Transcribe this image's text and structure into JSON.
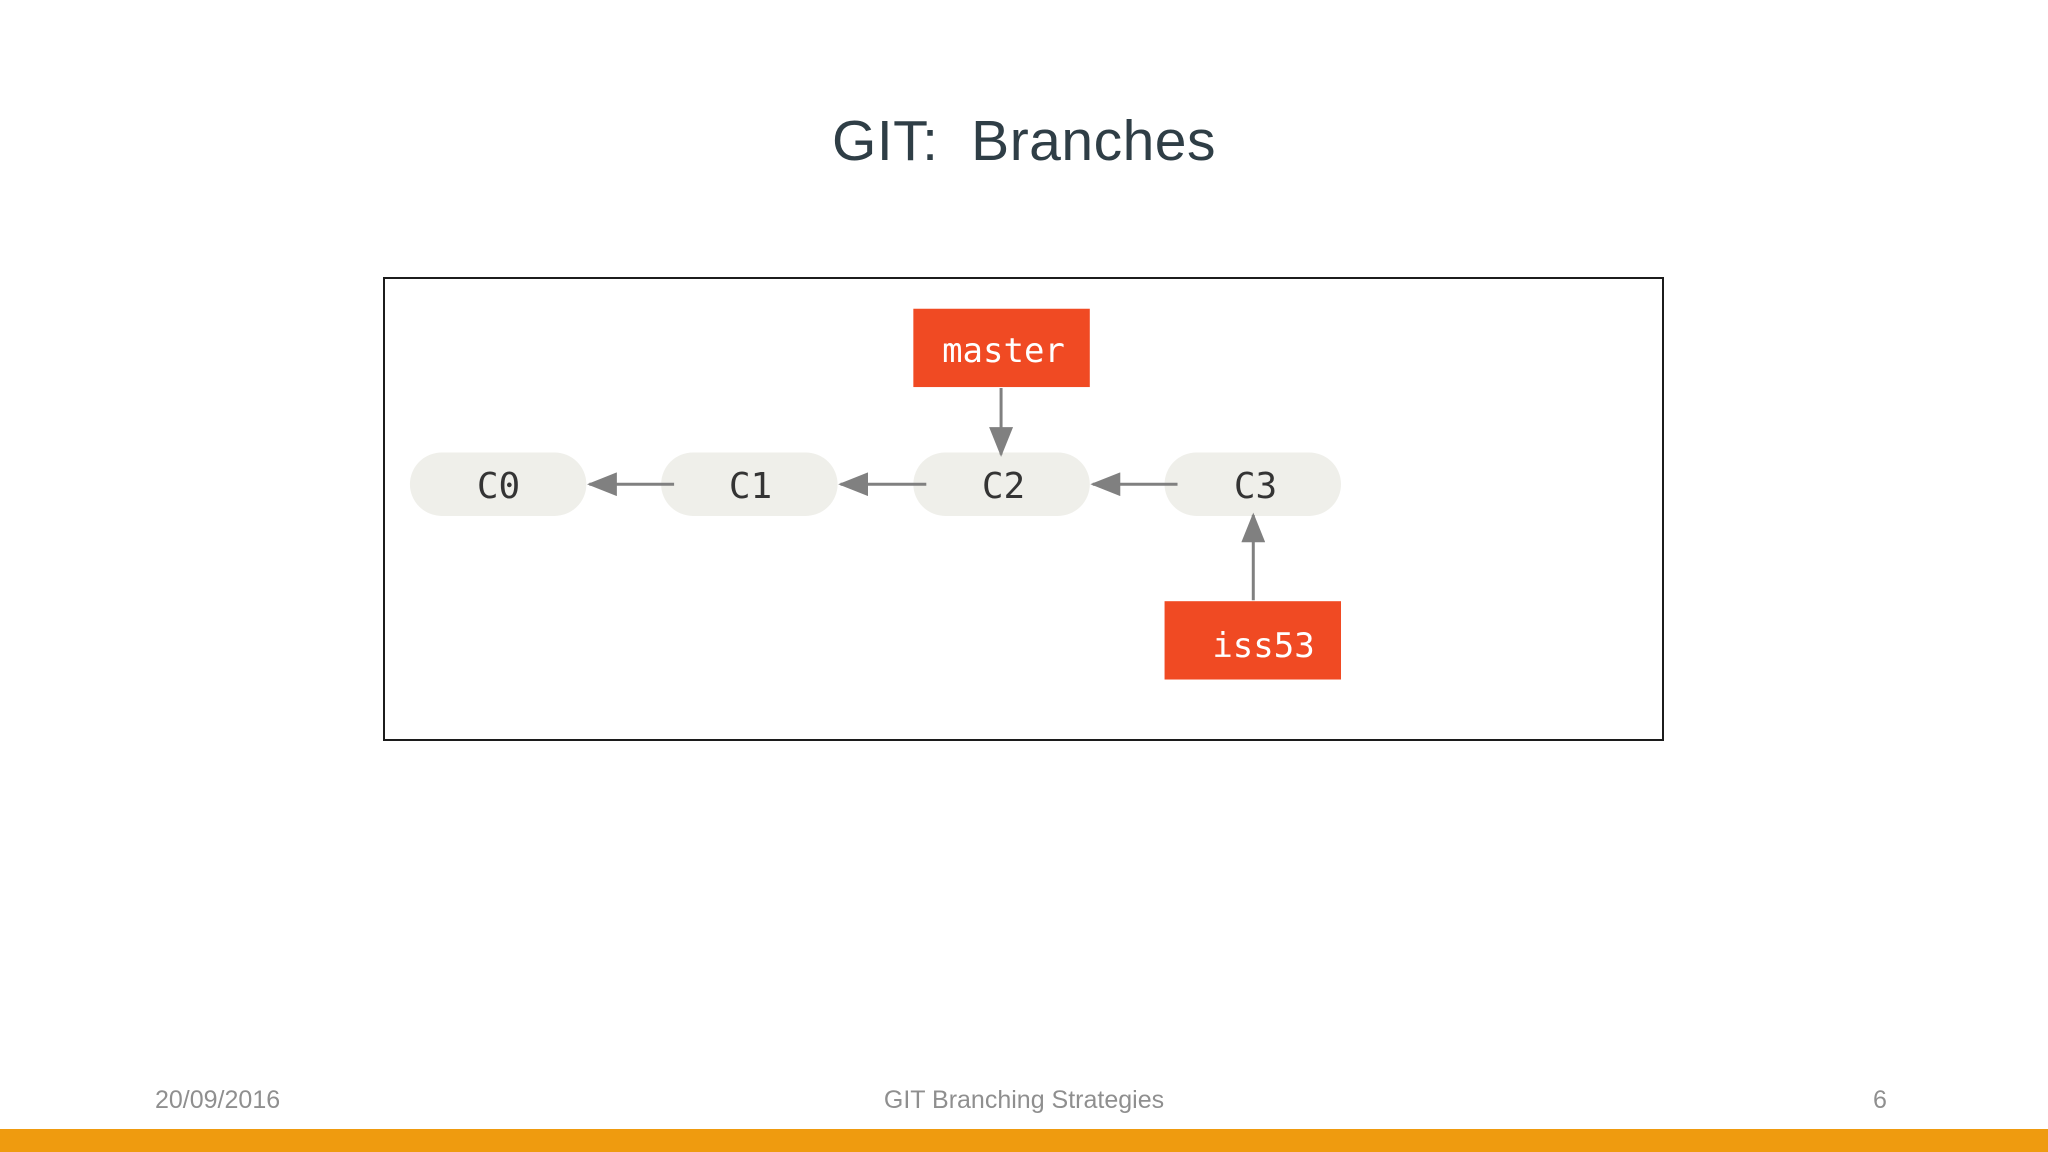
{
  "slide": {
    "title": "GIT:  Branches",
    "background_color": "#ffffff",
    "title_color": "#2f3e46"
  },
  "diagram": {
    "frame_border_color": "#1c1c1c",
    "commit_fill": "#efefea",
    "commit_text_color": "#343434",
    "branch_fill": "#f04a23",
    "branch_text_color": "#ffffff",
    "arrow_color": "#808080",
    "commits": [
      {
        "id": "c0",
        "label": "C0"
      },
      {
        "id": "c1",
        "label": "C1"
      },
      {
        "id": "c2",
        "label": "C2"
      },
      {
        "id": "c3",
        "label": "C3"
      }
    ],
    "branches": [
      {
        "id": "master",
        "label": "master",
        "points_to": "C2",
        "direction": "down"
      },
      {
        "id": "iss53",
        "label": "iss53",
        "points_to": "C3",
        "direction": "up"
      }
    ],
    "commit_links": [
      {
        "from": "C1",
        "to": "C0"
      },
      {
        "from": "C2",
        "to": "C1"
      },
      {
        "from": "C3",
        "to": "C2"
      }
    ]
  },
  "footer": {
    "date": "20/09/2016",
    "subject": "GIT Branching Strategies",
    "page_number": "6",
    "text_color": "#8f8f8f",
    "bar_color": "#ef9b0f"
  }
}
